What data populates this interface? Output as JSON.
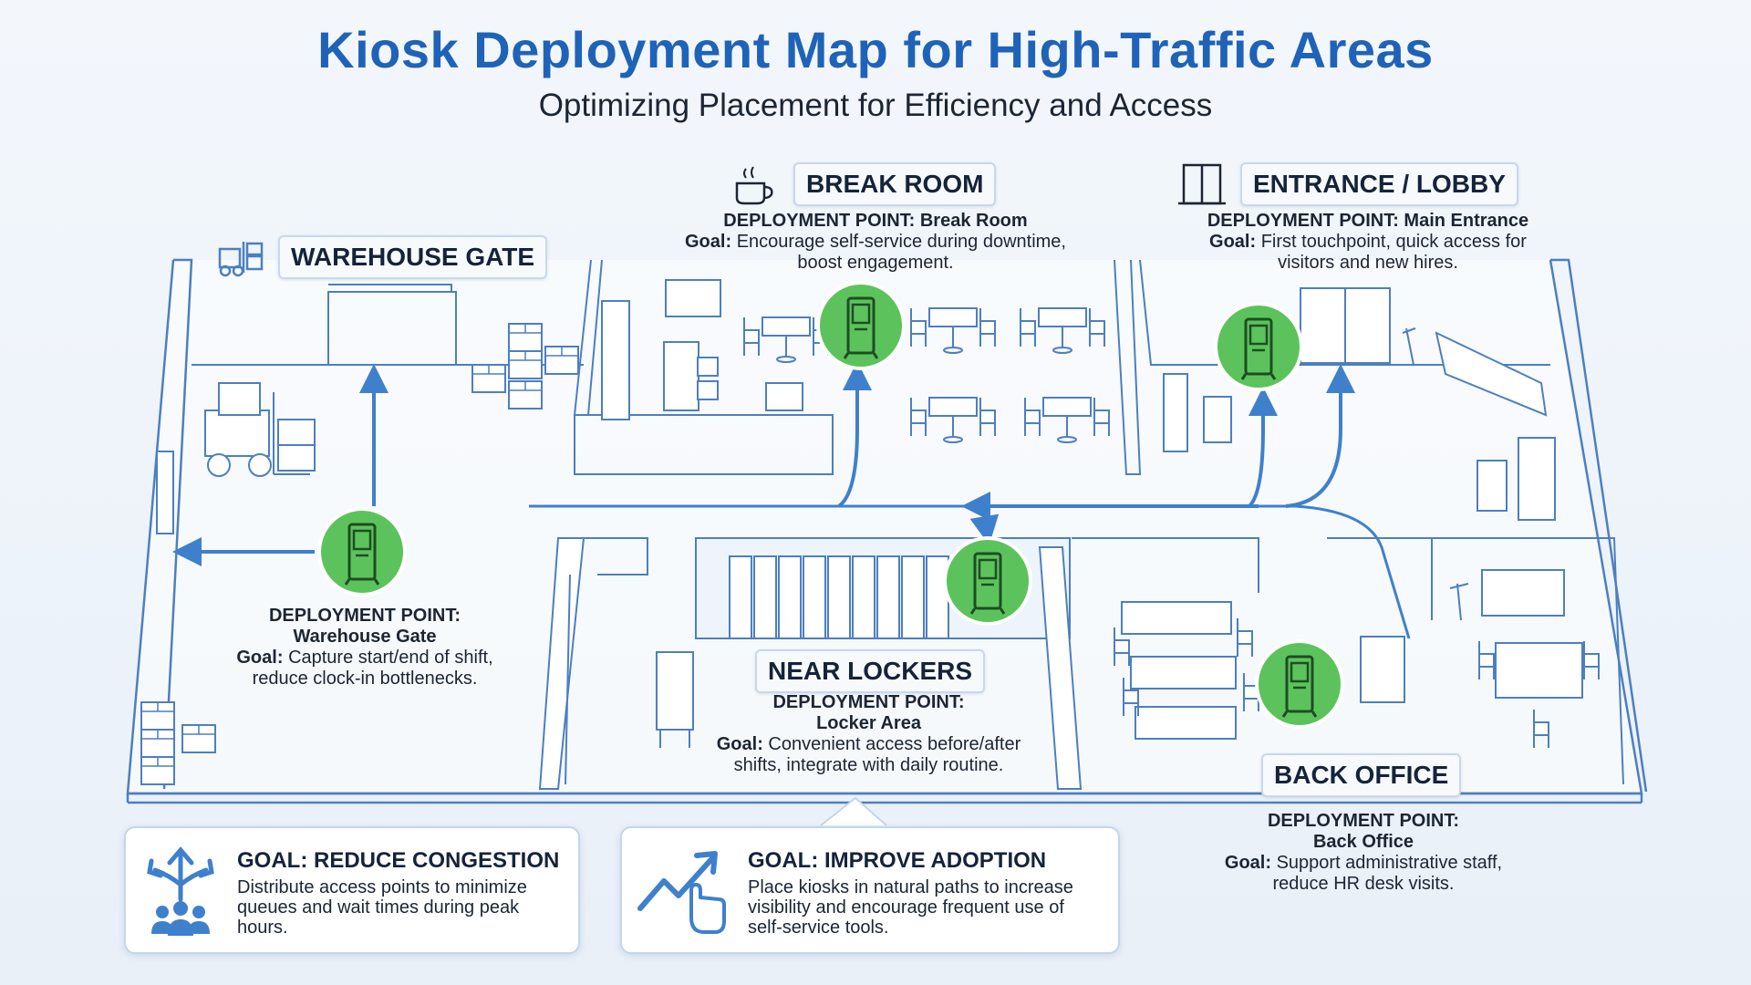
{
  "header": {
    "title": "Kiosk Deployment Map for High-Traffic Areas",
    "subtitle": "Optimizing Placement for Efficiency and Access"
  },
  "zones": {
    "warehouse": {
      "label": "WAREHOUSE GATE",
      "icon": "forklift-icon",
      "deployment_prefix": "DEPLOYMENT POINT:",
      "deployment_name": "Warehouse Gate",
      "goal_prefix": "Goal:",
      "goal_line1": "Capture start/end of shift,",
      "goal_line2": "reduce clock-in bottlenecks."
    },
    "break_room": {
      "label": "BREAK ROOM",
      "icon": "coffee-cup-icon",
      "deployment": "DEPLOYMENT POINT: Break Room",
      "goal_prefix": "Goal:",
      "goal_line1": "Encourage self-service during downtime,",
      "goal_line2": "boost engagement."
    },
    "entrance": {
      "label": "ENTRANCE / LOBBY",
      "icon": "door-icon",
      "deployment": "DEPLOYMENT POINT: Main Entrance",
      "goal_prefix": "Goal:",
      "goal_line1": "First touchpoint, quick access for",
      "goal_line2": "visitors and new hires."
    },
    "lockers": {
      "label": "NEAR LOCKERS",
      "deployment_prefix": "DEPLOYMENT POINT:",
      "deployment_name": "Locker Area",
      "goal_prefix": "Goal:",
      "goal_line1": "Convenient access before/after",
      "goal_line2": "shifts, integrate with daily routine."
    },
    "back_office": {
      "label": "BACK OFFICE",
      "deployment_prefix": "DEPLOYMENT POINT:",
      "deployment_name": "Back Office",
      "goal_prefix": "Goal:",
      "goal_line1": "Support administrative staff,",
      "goal_line2": "reduce HR desk visits."
    }
  },
  "cards": {
    "congestion": {
      "title": "GOAL: REDUCE CONGESTION",
      "line1": "Distribute access points to minimize",
      "line2": "queues and wait times during peak",
      "line3": "hours.",
      "icon": "split-arrows-crowd-icon"
    },
    "adoption": {
      "title": "GOAL: IMPROVE ADOPTION",
      "line1": "Place kiosks in natural paths to increase",
      "line2": "visibility and encourage frequent use of",
      "line3": "self-service tools.",
      "icon": "growth-arrow-hand-icon"
    }
  },
  "colors": {
    "title_blue": "#1f63b8",
    "line_blue": "#4d7fbf",
    "arrow_blue": "#3f80cc",
    "kiosk_green": "#5cc35c",
    "kiosk_dark": "#1e4d23"
  }
}
